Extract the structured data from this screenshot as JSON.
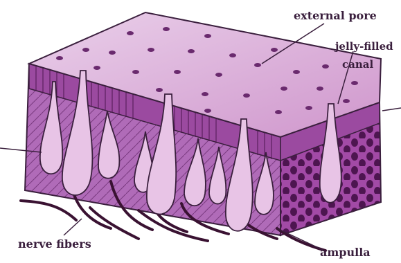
{
  "labels": {
    "external_pore": "external pore",
    "jelly_filled": "jelly-filled",
    "canal": "canal",
    "nerve_fibers": "nerve fibers",
    "ampulla": "ampulla"
  },
  "colors": {
    "top_surface": "#d9a8d6",
    "top_light": "#ead0ea",
    "band": "#9b4aa0",
    "tissue": "#b06bb8",
    "side_face": "#a24aa6",
    "side_dots": "#4d1550",
    "ampulla_fill": "#e8c4e6",
    "outline": "#3a1f3d",
    "nerve": "#3a1232"
  }
}
